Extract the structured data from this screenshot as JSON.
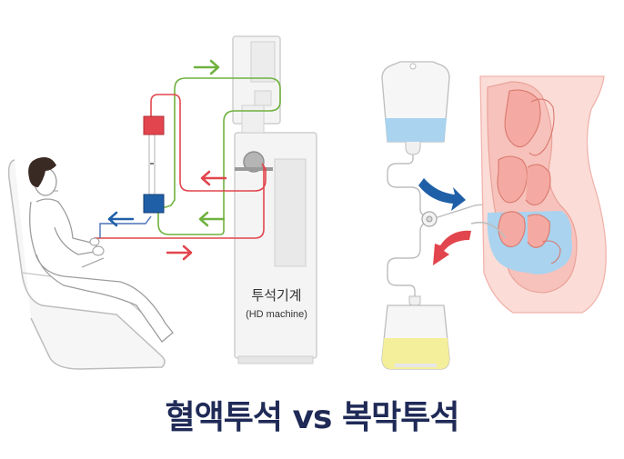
{
  "machine": {
    "label_ko": "투석기계",
    "label_en": "(HD machine)"
  },
  "title": "혈액투석 vs 복막투석",
  "colors": {
    "green_line": "#6fb23f",
    "red_line": "#e2454d",
    "blue_arrow": "#1f5fa8",
    "dialysate": "#a9d3ef",
    "waste": "#f4ef9a",
    "tissue": "#f7c9c3",
    "title": "#1f2a57"
  },
  "icons": [
    "green-arrow-icon",
    "red-arrow-icon",
    "blue-arrow-icon",
    "curved-blue-arrow-icon",
    "curved-red-arrow-icon"
  ]
}
